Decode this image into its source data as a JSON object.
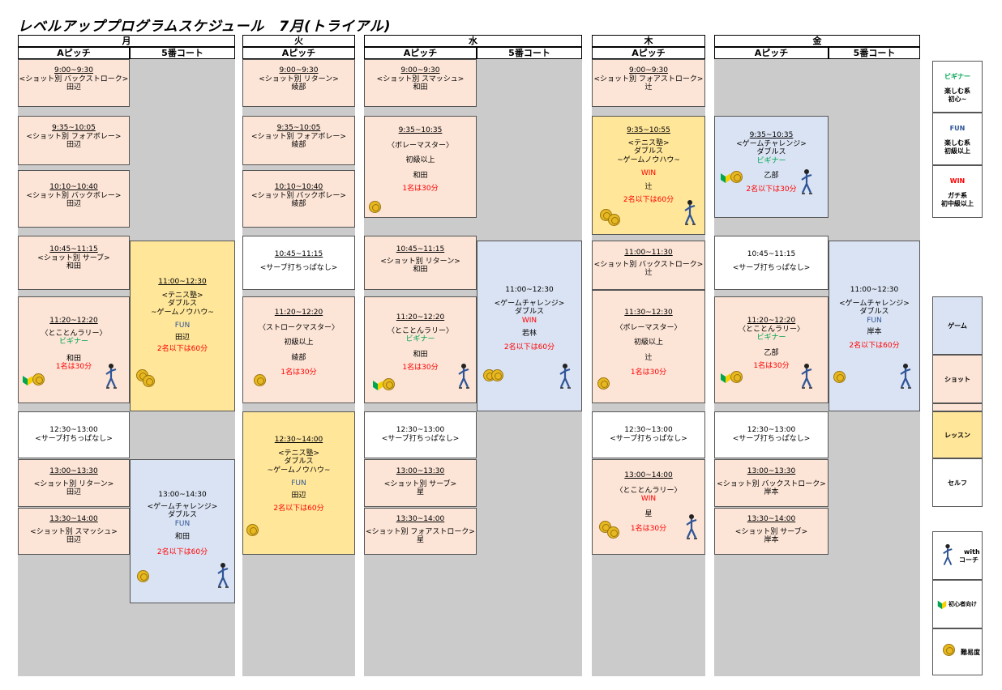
{
  "title": "レベルアッププログラムスケジュール　7月(トライアル)",
  "days": [
    "月",
    "火",
    "水",
    "木",
    "金"
  ],
  "courts": {
    "a": "Aピッチ",
    "five": "5番コート"
  },
  "cells": [
    {
      "l": [
        "9:00~9:30",
        "<ショット別 バックストローク>",
        "田辺"
      ]
    },
    {
      "l": [
        "9:35~10:05",
        "<ショット別 フォアボレー>",
        "田辺"
      ]
    },
    {
      "l": [
        "10:10~10:40",
        "<ショット別 バックボレー>",
        "田辺"
      ]
    },
    {
      "l": [
        "10:45~11:15",
        "<ショット別 サーブ>",
        "和田"
      ]
    },
    {
      "l": [
        "11:20~12:20",
        "〈とことんラリー〉",
        "ビギナー",
        "和田",
        "1名は30分"
      ]
    },
    {
      "l": [
        "12:30~13:00",
        "<サーブ打ちっぱなし>"
      ]
    },
    {
      "l": [
        "13:00~13:30",
        "<ショット別 リターン>",
        "田辺"
      ]
    },
    {
      "l": [
        "13:30~14:00",
        "<ショット別 スマッシュ>",
        "田辺"
      ]
    },
    {
      "l": [
        "11:00~12:30",
        "<テニス塾>",
        "ダブルス",
        "~ゲームノウハウ~",
        "FUN",
        "田辺",
        "2名以下は60分"
      ]
    },
    {
      "l": [
        "13:00~14:30",
        "<ゲームチャレンジ>",
        "ダブルス",
        "FUN",
        "和田",
        "2名以下は60分"
      ]
    },
    {
      "l": [
        "9:00~9:30",
        "<ショット別 リターン>",
        "綾部"
      ]
    },
    {
      "l": [
        "9:35~10:05",
        "<ショット別 フォアボレー>",
        "綾部"
      ]
    },
    {
      "l": [
        "10:10~10:40",
        "<ショット別 バックボレー>",
        "綾部"
      ]
    },
    {
      "l": [
        "10:45~11:15",
        "<サーブ打ちっぱなし>"
      ]
    },
    {
      "l": [
        "11:20~12:20",
        "〈ストロークマスター〉",
        "初級以上",
        "綾部",
        "1名は30分"
      ]
    },
    {
      "l": [
        "12:30~14:00",
        "<テニス塾>",
        "ダブルス",
        "~ゲームノウハウ~",
        "FUN",
        "田辺",
        "2名以下は60分"
      ]
    },
    {
      "l": [
        "9:00~9:30",
        "<ショット別 スマッシュ>",
        "和田"
      ]
    },
    {
      "l": [
        "9:35~10:35",
        "〈ボレーマスター〉",
        "初級以上",
        "和田",
        "1名は30分"
      ]
    },
    {
      "l": [
        "10:45~11:15",
        "<ショット別 リターン>",
        "和田"
      ]
    },
    {
      "l": [
        "11:20~12:20",
        "〈とことんラリー〉",
        "ビギナー",
        "和田",
        "1名は30分"
      ]
    },
    {
      "l": [
        "12:30~13:00",
        "<サーブ打ちっぱなし>"
      ]
    },
    {
      "l": [
        "13:00~13:30",
        "<ショット別 サーブ>",
        "星"
      ]
    },
    {
      "l": [
        "13:30~14:00",
        "<ショット別 フォアストローク>",
        "星"
      ]
    },
    {
      "l": [
        "11:00~12:30",
        "<ゲームチャレンジ>",
        "ダブルス",
        "WIN",
        "若林",
        "2名以下は60分"
      ]
    },
    {
      "l": [
        "9:00~9:30",
        "<ショット別 フォアストローク>",
        "辻"
      ]
    },
    {
      "l": [
        "9:35~10:55",
        "<テニス塾>",
        "ダブルス",
        "~ゲームノウハウ~",
        "WIN",
        "辻",
        "2名以下は60分"
      ]
    },
    {
      "l": [
        "11:00~11:30",
        "<ショット別 バックストローク>",
        "辻"
      ]
    },
    {
      "l": [
        "11:30~12:30",
        "〈ボレーマスター〉",
        "初級以上",
        "辻",
        "1名は30分"
      ]
    },
    {
      "l": [
        "12:30~13:00",
        "<サーブ打ちっぱなし>"
      ]
    },
    {
      "l": [
        "13:00~14:00",
        "〈とことんラリー〉",
        "WIN",
        "星",
        "1名は30分"
      ]
    },
    {
      "l": [
        "9:35~10:35",
        "<ゲームチャレンジ>",
        "ダブルス",
        "ビギナー",
        "乙部",
        "2名以下は30分"
      ]
    },
    {
      "l": [
        "10:45~11:15",
        "<サーブ打ちっぱなし>"
      ]
    },
    {
      "l": [
        "11:20~12:20",
        "〈とことんラリー〉",
        "ビギナー",
        "乙部",
        "1名は30分"
      ]
    },
    {
      "l": [
        "12:30~13:00",
        "<サーブ打ちっぱなし>"
      ]
    },
    {
      "l": [
        "13:00~13:30",
        "<ショット別 バックストローク>",
        "岸本"
      ]
    },
    {
      "l": [
        "13:30~14:00",
        "<ショット別 サーブ>",
        "岸本"
      ]
    },
    {
      "l": [
        "11:00~12:30",
        "<ゲームチャレンジ>",
        "ダブルス",
        "FUN",
        "岸本",
        "2名以下は60分"
      ]
    }
  ],
  "legend": {
    "beginner": "ビギナー",
    "beginner_desc": "楽しむ系",
    "beginner_desc2": "初心~",
    "fun": "FUN",
    "fun_desc": "楽しむ系",
    "fun_desc2": "初級以上",
    "win": "WIN",
    "win_desc": "ガチ系",
    "win_desc2": "初中級以上",
    "game": "ゲーム",
    "shot": "ショット",
    "lesson": "レッスン",
    "self": "セルフ",
    "coach_with": "with",
    "coach": "コーチ",
    "beginner_mark": "初心者向け",
    "popular": "難易度"
  },
  "colors": {
    "shot": "#fce4d6",
    "game": "#dae3f3",
    "lesson": "#ffe699",
    "self": "#ffffff",
    "empty": "#cbcbcb",
    "beginner": "#00a651",
    "fun": "#2f5597",
    "win": "#ff0000"
  }
}
